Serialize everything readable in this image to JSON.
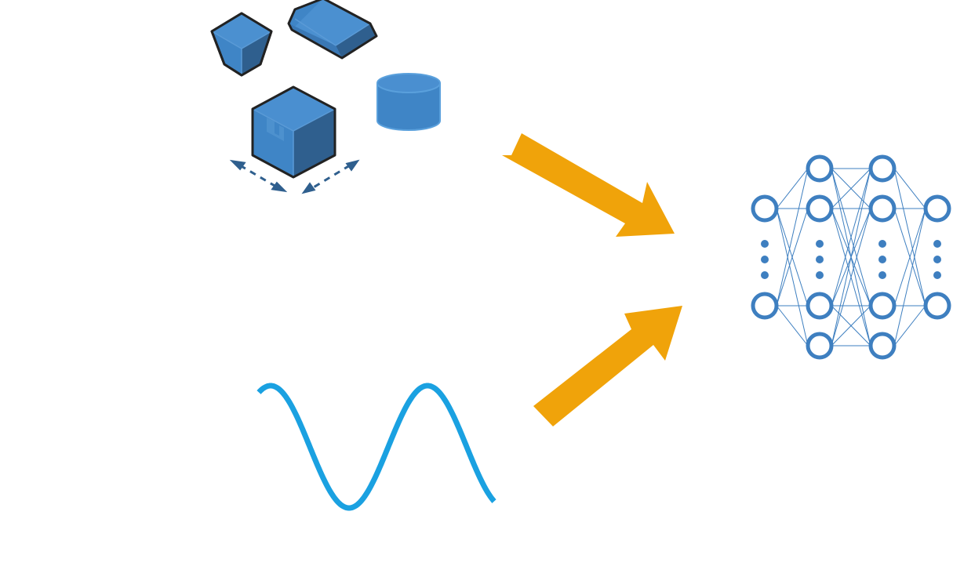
{
  "diagram": {
    "inputs": [
      {
        "name": "3d-shapes",
        "icon": "box-shapes-icon"
      },
      {
        "name": "signal",
        "icon": "sine-wave-icon"
      }
    ],
    "output": {
      "name": "neural-network",
      "icon": "neural-network-icon"
    },
    "arrows": [
      {
        "from": "3d-shapes",
        "to": "neural-network"
      },
      {
        "from": "signal",
        "to": "neural-network"
      }
    ],
    "network": {
      "layers": [
        {
          "top_nodes": 1,
          "bottom_nodes": 1
        },
        {
          "top_nodes": 2,
          "bottom_nodes": 2
        },
        {
          "top_nodes": 2,
          "bottom_nodes": 2
        },
        {
          "top_nodes": 1,
          "bottom_nodes": 1
        }
      ],
      "ellipsis_between_nodes": true
    }
  },
  "colors": {
    "shape_fill": "#3f85c6",
    "shape_dark": "#2f5f8e",
    "shape_outline": "#222222",
    "wave": "#1aa1e1",
    "arrow": "#f0a30a",
    "network": "#3e7fc0"
  }
}
